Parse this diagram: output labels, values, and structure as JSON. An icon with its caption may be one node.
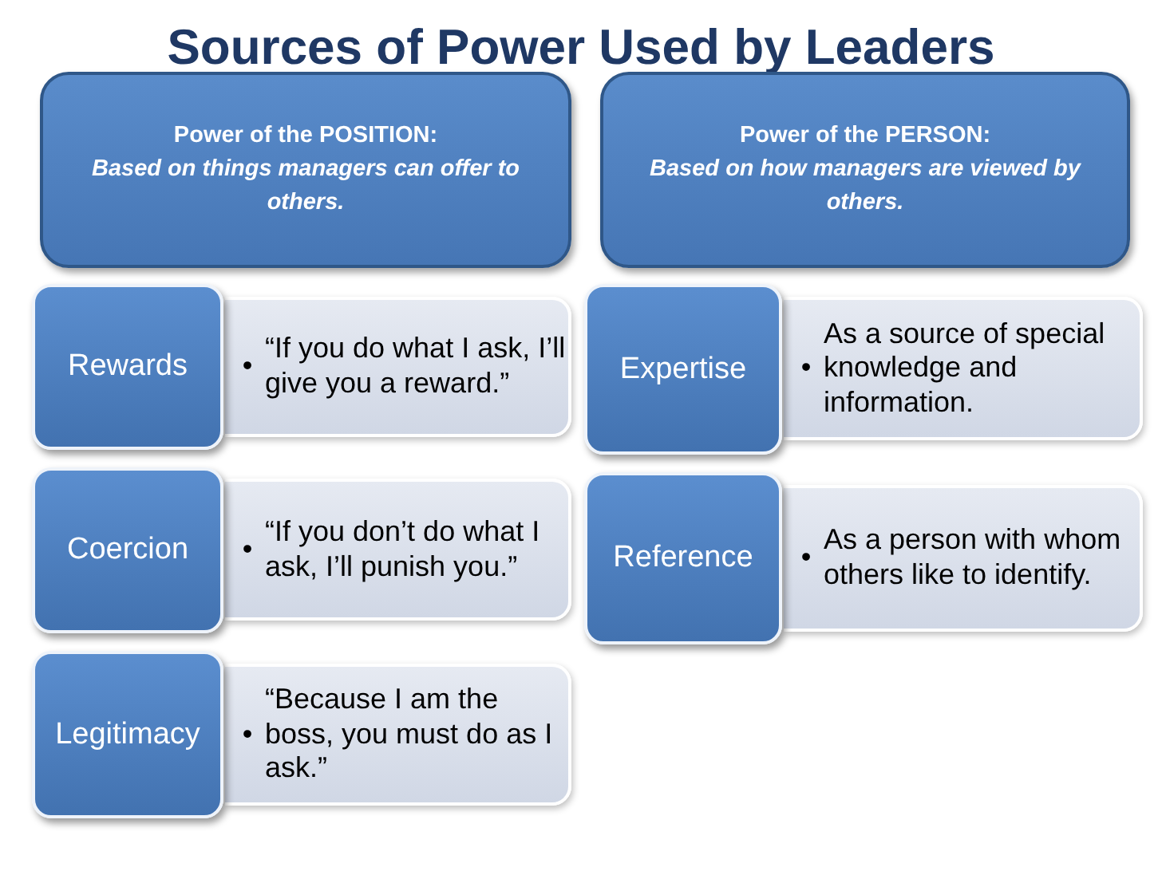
{
  "diagram": {
    "title": "Sources of Power Used by Leaders",
    "nodes": [
      {
        "text": [
          "Power of the POSITION:",
          "Based on things managers can offer to others."
        ]
      },
      {
        "text": [
          "Power of the PERSON:",
          "Based on how managers are viewed by others."
        ]
      },
      {
        "text": [
          "Rewards"
        ]
      },
      {
        "text": [
          "•",
          "“If you do what I ask, I’ll give you a reward.”"
        ]
      },
      {
        "text": [
          "Expertise"
        ]
      },
      {
        "text": [
          "•",
          "As a source of special knowledge and information."
        ]
      },
      {
        "text": [
          "Coercion"
        ]
      },
      {
        "text": [
          "•",
          "“If you don’t do what I ask, I’ll punish you.”"
        ]
      },
      {
        "text": [
          "Reference"
        ]
      },
      {
        "text": [
          "•",
          "As a person with whom others like to identify."
        ]
      },
      {
        "text": [
          "Legitimacy"
        ]
      },
      {
        "text": [
          "•",
          "“Because I am the boss, you must do as I ask.”"
        ]
      }
    ],
    "edges": []
  }
}
